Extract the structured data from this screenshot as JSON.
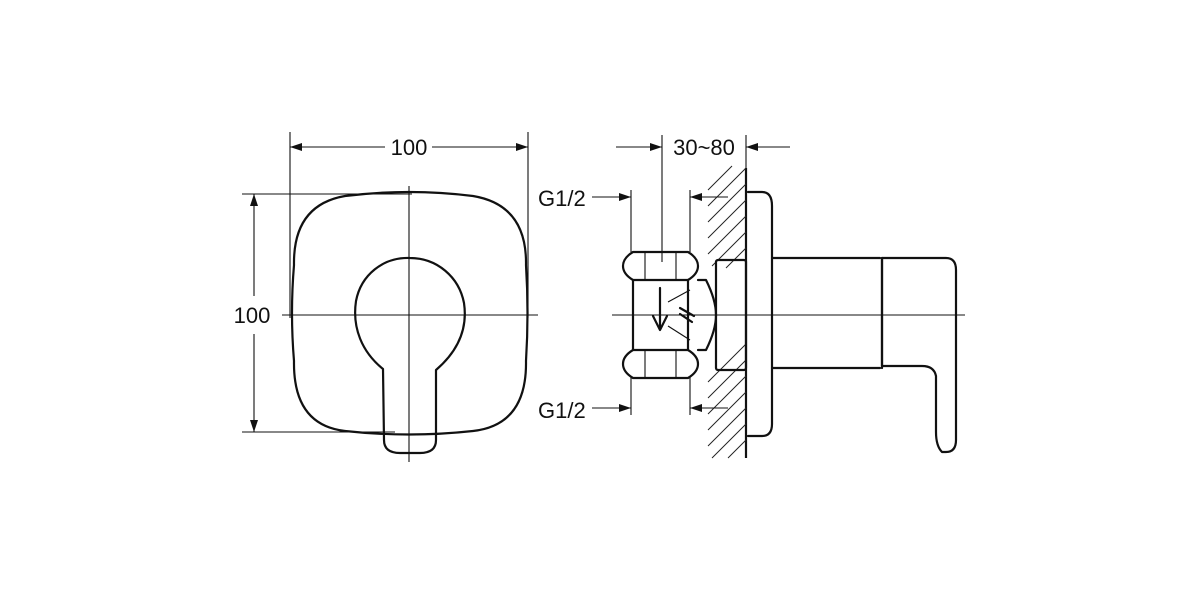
{
  "front_view": {
    "width_label": "100",
    "height_label": "100"
  },
  "side_view": {
    "depth_label": "30~80",
    "inlet_top_label": "G1/2",
    "inlet_bottom_label": "G1/2"
  },
  "colors": {
    "line": "#111111",
    "background": "#ffffff"
  }
}
